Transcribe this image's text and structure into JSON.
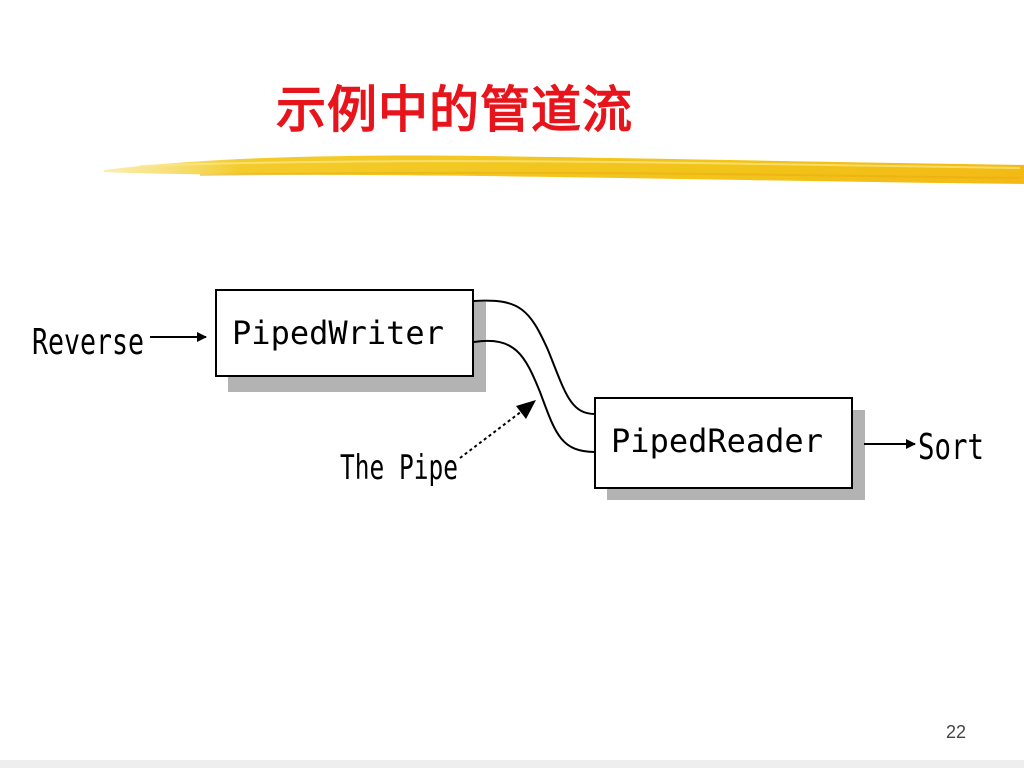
{
  "slide": {
    "title": "示例中的管道流",
    "page_number": "22"
  },
  "diagram": {
    "nodes": {
      "writer": "PipedWriter",
      "reader": "PipedReader"
    },
    "labels": {
      "input": "Reverse",
      "output": "Sort",
      "pipe": "The Pipe"
    }
  },
  "colors": {
    "title": "#e8141b",
    "highlight": "#f2c318",
    "box_border": "#000000",
    "box_shadow": "#b3b3b3"
  }
}
